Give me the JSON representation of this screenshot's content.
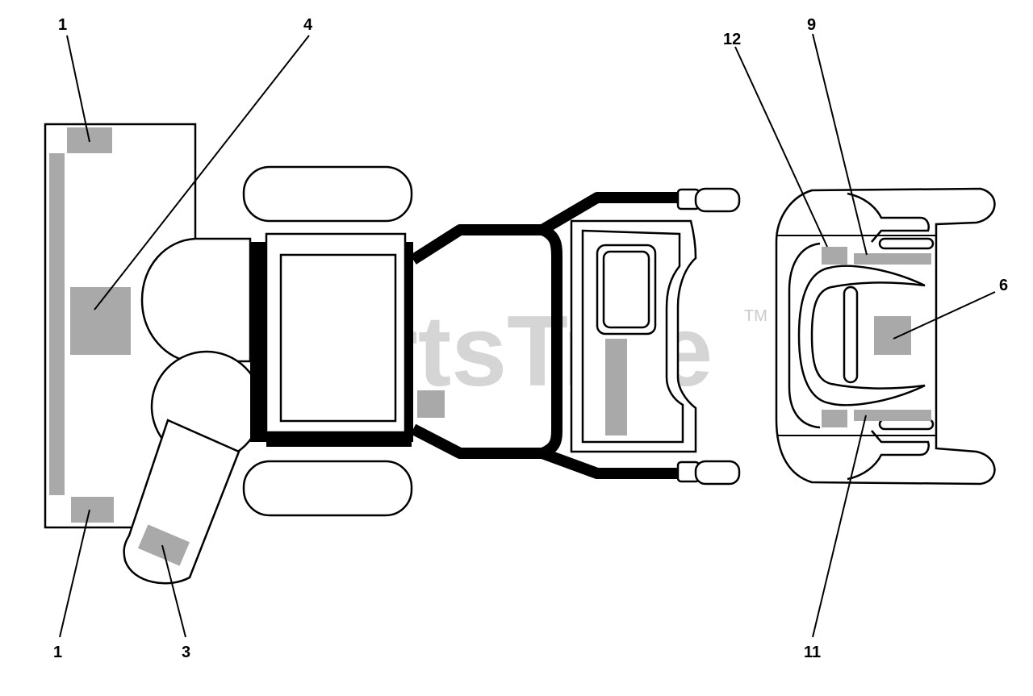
{
  "diagram": {
    "callouts": {
      "c1_top": "1",
      "c4": "4",
      "c12": "12",
      "c9": "9",
      "c6": "6",
      "c1_bottom": "1",
      "c3": "3",
      "c11": "11"
    },
    "watermark": {
      "text": "PartsTree",
      "trademark": "TM"
    }
  },
  "colors": {
    "decal_gray": "#a9a9a9",
    "outline": "#000000",
    "watermark_gray": "#b3b3b3"
  }
}
